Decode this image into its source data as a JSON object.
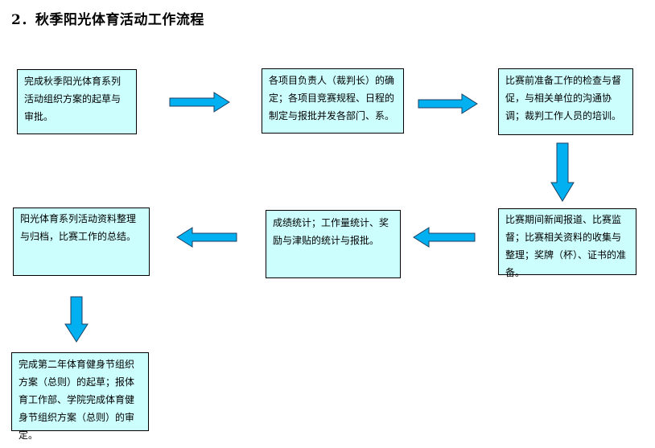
{
  "title": "2．秋季阳光体育活动工作流程",
  "steps": [
    {
      "text": "完成秋季阳光体育系列活动组织方案的起草与审批。"
    },
    {
      "text": "各项目负责人（裁判长）的确定；各项目竞赛规程、日程的制定与报批并发各部门、系。"
    },
    {
      "text": "比赛前准备工作的检查与督促，与相关单位的沟通协调；裁判工作人员的培训。"
    },
    {
      "text": "比赛期间新闻报道、比赛监督；比赛相关资料的收集与整理；奖牌（杯）、证书的准备。"
    },
    {
      "text": "成绩统计；工作量统计、奖励与津贴的统计与报批。"
    },
    {
      "text": "阳光体育系列活动资料整理与归档，比赛工作的总结。"
    },
    {
      "text": "完成第二年体育健身节组织方案（总则）的起草；报体育工作部、学院完成体育健身节组织方案（总则）的审定。"
    }
  ],
  "colors": {
    "box_fill": "#cdfefe",
    "arrow_fill": "#00b0f0",
    "arrow_stroke": "#1f3f5f",
    "border": "#000000"
  }
}
